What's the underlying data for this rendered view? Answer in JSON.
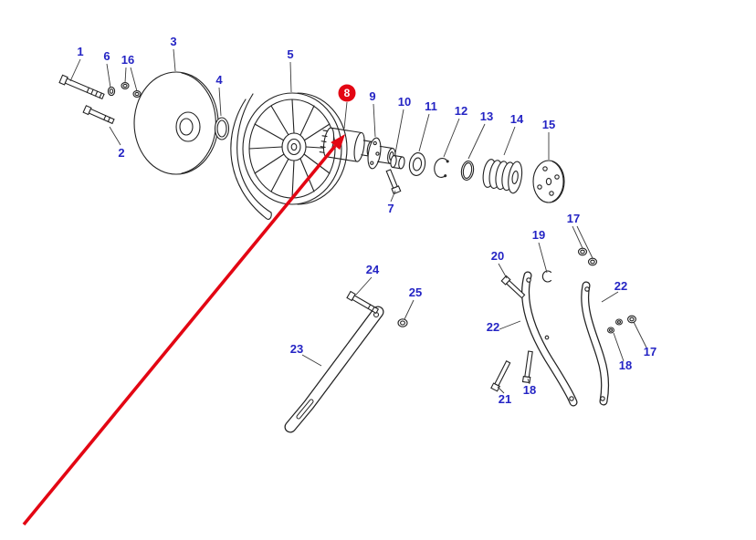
{
  "diagram": {
    "type": "exploded-parts-diagram",
    "highlighted_label": "8",
    "colors": {
      "label_blue": "#2424c4",
      "highlight_red": "#e30613",
      "line": "#222222",
      "background": "#ffffff"
    }
  },
  "labels": [
    {
      "text": "1"
    },
    {
      "text": "6"
    },
    {
      "text": "16"
    },
    {
      "text": "2"
    },
    {
      "text": "3"
    },
    {
      "text": "4"
    },
    {
      "text": "5"
    },
    {
      "text": "8"
    },
    {
      "text": "9"
    },
    {
      "text": "10"
    },
    {
      "text": "11"
    },
    {
      "text": "12"
    },
    {
      "text": "13"
    },
    {
      "text": "14"
    },
    {
      "text": "15"
    },
    {
      "text": "7"
    },
    {
      "text": "24"
    },
    {
      "text": "25"
    },
    {
      "text": "23"
    },
    {
      "text": "20"
    },
    {
      "text": "19"
    },
    {
      "text": "17"
    },
    {
      "text": "22"
    },
    {
      "text": "22"
    },
    {
      "text": "17"
    },
    {
      "text": "18"
    },
    {
      "text": "18"
    },
    {
      "text": "21"
    }
  ]
}
